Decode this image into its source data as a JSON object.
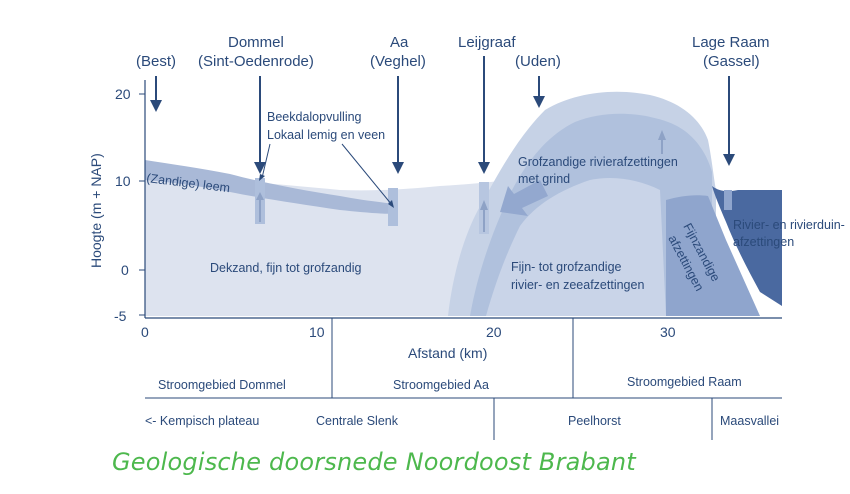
{
  "places": [
    {
      "line1": "",
      "line2": "(Best)"
    },
    {
      "line1": "Dommel",
      "line2": "(Sint-Oedenrode)"
    },
    {
      "line1": "Aa",
      "line2": "(Veghel)"
    },
    {
      "line1": "Leijgraaf",
      "line2": ""
    },
    {
      "line1": "",
      "line2": "(Uden)"
    },
    {
      "line1": "Lage Raam",
      "line2": "(Gassel)"
    }
  ],
  "y_axis": {
    "label": "Hoogte (m + NAP)",
    "ticks": [
      "20",
      "10",
      "0",
      "-5"
    ]
  },
  "x_axis": {
    "label": "Afstand (km)",
    "ticks": [
      "0",
      "10",
      "20",
      "30"
    ]
  },
  "layers": {
    "beekdal": {
      "line1": "Beekdalopvulling",
      "line2": "Lokaal lemig en veen"
    },
    "leem": "(Zandige) leem",
    "dekzand": "Dekzand, fijn tot grofzandig",
    "grof": {
      "line1": "Grofzandige rivierafzettingen",
      "line2": "met grind"
    },
    "fijngrof": {
      "line1": "Fijn- tot grofzandige",
      "line2": "rivier- en zeeafzettingen"
    },
    "fijnzand": {
      "line1": "Fijnzandige",
      "line2": "afzettingen"
    },
    "rivierduin": {
      "line1": "Rivier- en rivierduin-",
      "line2": "afzettingen"
    }
  },
  "stroomgebieden": [
    "Stroomgebied Dommel",
    "Stroomgebied Aa",
    "Stroomgebied Raam"
  ],
  "regions": [
    "<- Kempisch plateau",
    "Centrale Slenk",
    "Peelhorst",
    "Maasvallei"
  ],
  "caption": "Geologische doorsnede Noordoost Brabant",
  "colors": {
    "text": "#2b4a7a",
    "dekzand": "#dde3ef",
    "leem": "#a7b8d6",
    "rivier_light": "#c3cfe4",
    "rivier_mid": "#aebfdc",
    "fijnzand": "#8ea4cc",
    "rivierduin": "#4a69a0",
    "caption": "#4db84d"
  }
}
